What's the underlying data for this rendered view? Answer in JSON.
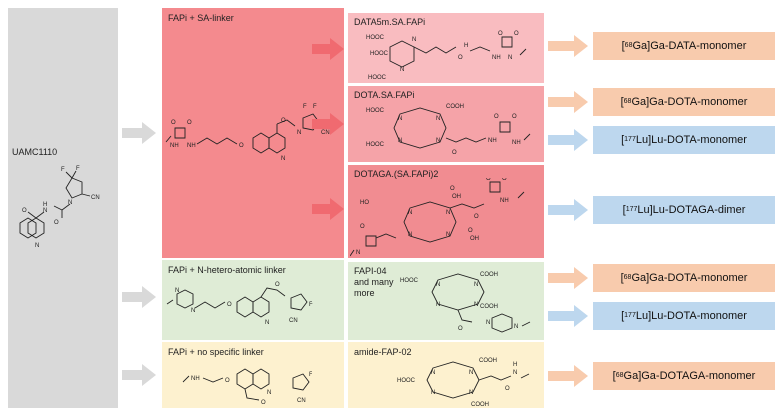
{
  "source": {
    "label": "UAMC1110"
  },
  "linkers": [
    {
      "label": "FAPi + SA-linker",
      "color": "#f48a8e"
    },
    {
      "label": "FAPi + N-hetero-atomic linker",
      "color": "#dfecd6"
    },
    {
      "label": "FAPi + no specific linker",
      "color": "#fdf1cf"
    }
  ],
  "chelators": [
    {
      "label": "DATA5m.SA.FAPi",
      "color": "#f9bcc0"
    },
    {
      "label": "DOTA.SA.FAPi",
      "color": "#f5a3a8"
    },
    {
      "label": "DOTAGA.(SA.FAPi)2",
      "color": "#f18c91"
    },
    {
      "label": "FAPI-04\nand many\nmore",
      "color": "#dfecd6"
    },
    {
      "label": "amide-FAP-02",
      "color": "#fdf1cf"
    }
  ],
  "results": [
    {
      "isotope": "68",
      "text": "Ga]Ga-DATA-monomer",
      "color": "#f8cbad"
    },
    {
      "isotope": "68",
      "text": "Ga]Ga-DOTA-monomer",
      "color": "#f8cbad"
    },
    {
      "isotope": "177",
      "text": "Lu]Lu-DOTA-monomer",
      "color": "#bdd7ee"
    },
    {
      "isotope": "177",
      "text": "Lu]Lu-DOTAGA-dimer",
      "color": "#bdd7ee"
    },
    {
      "isotope": "68",
      "text": "Ga]Ga-DOTA-monomer",
      "color": "#f8cbad"
    },
    {
      "isotope": "177",
      "text": "Lu]Lu-DOTA-monomer",
      "color": "#bdd7ee"
    },
    {
      "isotope": "68",
      "text": "Ga]Ga-DOTAGA-monomer",
      "color": "#f8cbad"
    }
  ],
  "atoms": {
    "F": "F",
    "N": "N",
    "CN": "CN",
    "O": "O",
    "H": "H",
    "NH": "NH",
    "HOOC": "HOOC",
    "COOH": "COOH",
    "OH": "OH",
    "HO": "HO"
  }
}
